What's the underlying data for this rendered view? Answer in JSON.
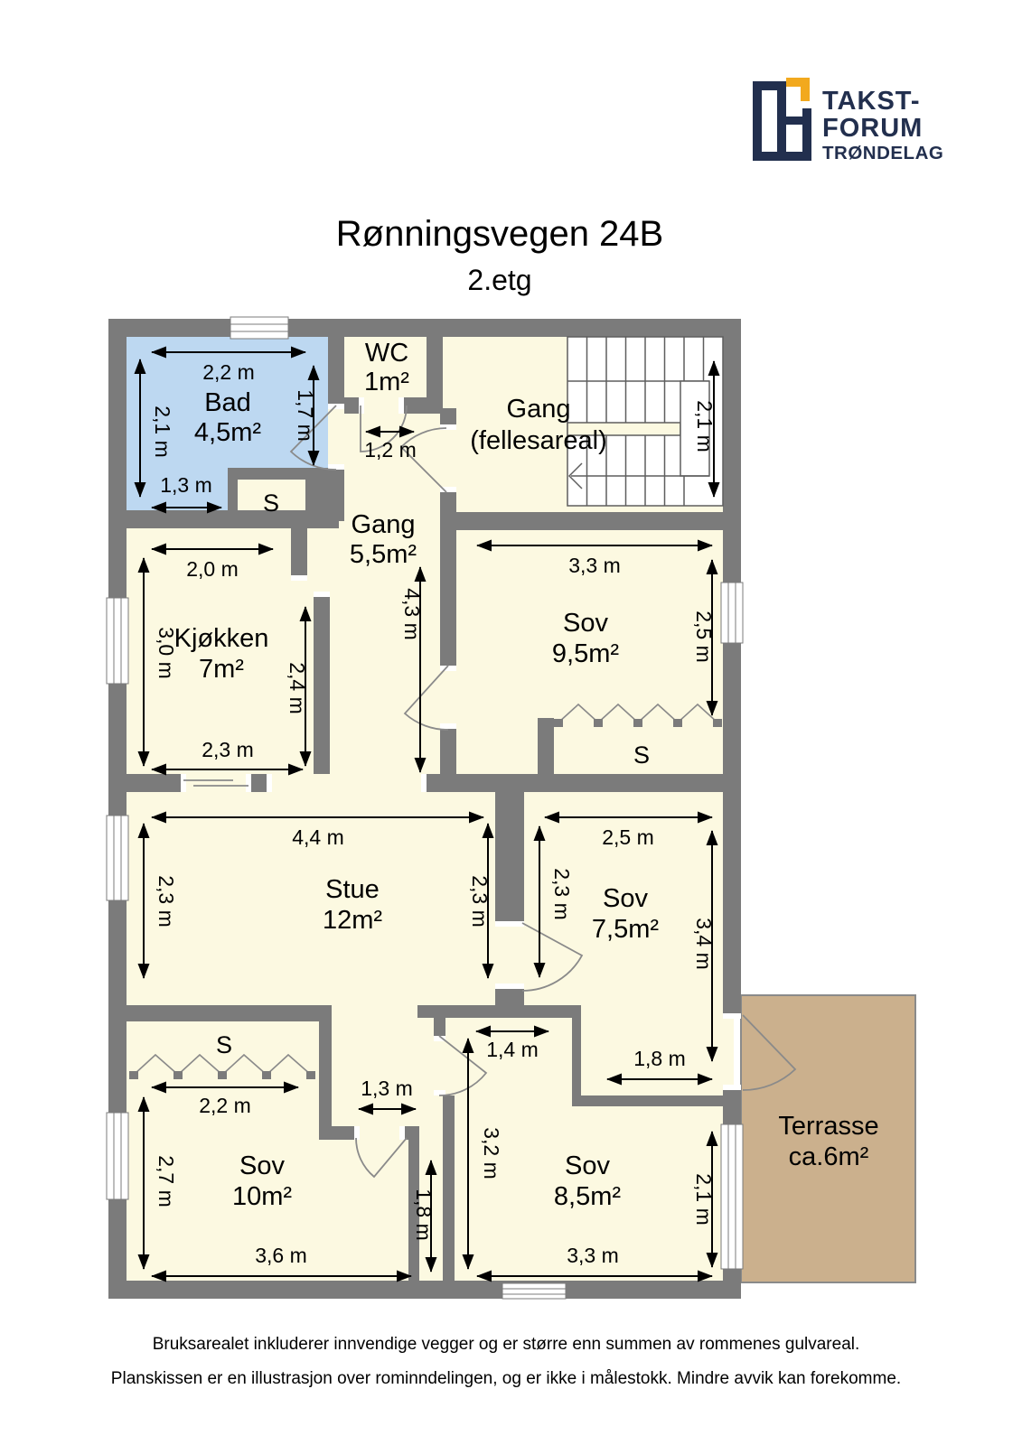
{
  "logo": {
    "line1": "TAKST-",
    "line2": "FORUM",
    "line3": "TRØNDELAG"
  },
  "header": {
    "title": "Rønningsvegen 24B",
    "subtitle": "2.etg"
  },
  "rooms": {
    "bad": {
      "name": "Bad",
      "area": "4,5m²"
    },
    "wc": {
      "name": "WC",
      "area": "1m²"
    },
    "gang_felles": {
      "name": "Gang",
      "area": "(fellesareal)"
    },
    "gang": {
      "name": "Gang",
      "area": "5,5m²"
    },
    "kjokken": {
      "name": "Kjøkken",
      "area": "7m²"
    },
    "sov1": {
      "name": "Sov",
      "area": "9,5m²"
    },
    "stue": {
      "name": "Stue",
      "area": "12m²"
    },
    "sov2": {
      "name": "Sov",
      "area": "7,5m²"
    },
    "sov3": {
      "name": "Sov",
      "area": "10m²"
    },
    "sov4": {
      "name": "Sov",
      "area": "8,5m²"
    },
    "terrasse": {
      "name": "Terrasse",
      "area": "ca.6m²"
    }
  },
  "closets": {
    "c1": "S",
    "c2": "S",
    "c3": "S"
  },
  "dims": {
    "bad_w": "2,2 m",
    "bad_h": "2,1 m",
    "bad_inner_h": "1,7 m",
    "bad_bottom_w": "1,3 m",
    "wc_w": "1,2 m",
    "stairs_h": "2,1 m",
    "gang_h": "4,3 m",
    "kjokken_w": "2,0 m",
    "kjokken_h": "3,0 m",
    "kjokken_inner_h": "2,4 m",
    "kjokken_bottom_w": "2,3 m",
    "sov1_w": "3,3 m",
    "sov1_h": "2,5 m",
    "stue_w": "4,4 m",
    "stue_h": "2,3 m",
    "stue_inner_h": "2,3 m",
    "sov2_w": "2,5 m",
    "sov2_inner_h": "2,3 m",
    "sov2_h": "3,4 m",
    "sov2_bottom_w": "1,8 m",
    "hall_w": "1,4 m",
    "passage_w": "1,3 m",
    "sov3_closet_w": "2,2 m",
    "sov3_h": "2,7 m",
    "sov3_w": "3,6 m",
    "niche_h": "1,8 m",
    "sov4_h": "3,2 m",
    "sov4_right_h": "2,1 m",
    "sov4_w": "3,3 m"
  },
  "footer": {
    "line1": "Bruksarealet inkluderer innvendige vegger og er større enn summen av rommenes gulvareal.",
    "line2": "Planskissen er en illustrasjon over rominndelingen, og er ikke i målestokk. Mindre avvik kan forekomme."
  },
  "colors": {
    "wall": "#7b7b7b",
    "floor": "#fcf9e1",
    "bathroom": "#bdd8f1",
    "terrace": "#cbb08d",
    "logo_navy": "#222f4e",
    "logo_yellow": "#f2a91e"
  }
}
